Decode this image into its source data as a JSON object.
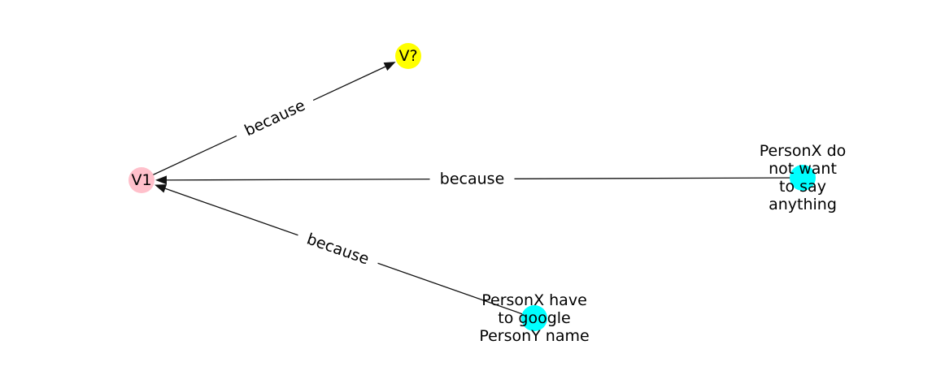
{
  "graph": {
    "nodes": [
      {
        "id": "v1",
        "label": "V1",
        "color": "#ffc0cb"
      },
      {
        "id": "vq",
        "label": "V?",
        "color": "#ffff00"
      },
      {
        "id": "n_say",
        "label_lines": [
          "PersonX do",
          "not want",
          "to say",
          "anything"
        ],
        "color": "#00ffff"
      },
      {
        "id": "n_google",
        "label_lines": [
          "PersonX have",
          "to google",
          "PersonY name"
        ],
        "color": "#00ffff"
      }
    ],
    "edges": [
      {
        "id": "e1",
        "source": "v1",
        "target": "vq",
        "label": "because"
      },
      {
        "id": "e2",
        "source": "n_say",
        "target": "v1",
        "label": "because"
      },
      {
        "id": "e3",
        "source": "n_google",
        "target": "v1",
        "label": "because"
      }
    ]
  }
}
